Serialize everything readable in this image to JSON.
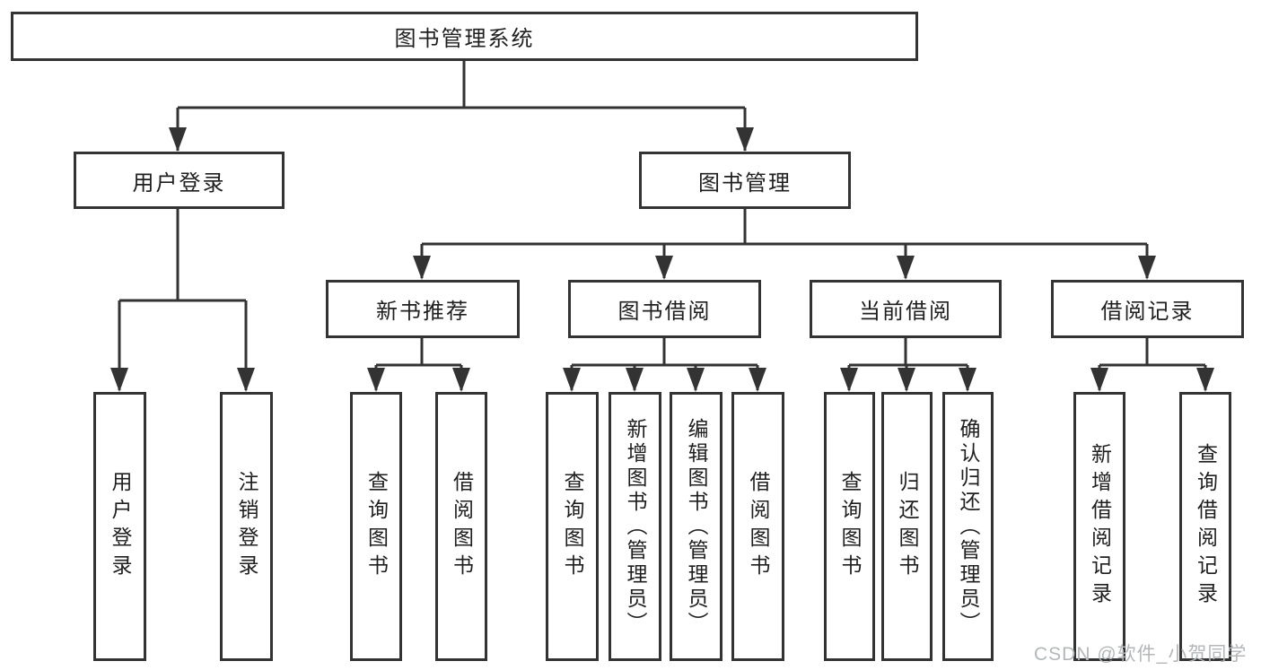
{
  "tree": {
    "label": "图书管理系统",
    "children": [
      {
        "label": "用户登录",
        "children": [
          {
            "label": "用户登录"
          },
          {
            "label": "注销登录"
          }
        ]
      },
      {
        "label": "图书管理",
        "children": [
          {
            "label": "新书推荐",
            "children": [
              {
                "label": "查询图书"
              },
              {
                "label": "借阅图书"
              }
            ]
          },
          {
            "label": "图书借阅",
            "children": [
              {
                "label": "查询图书"
              },
              {
                "label": "新增图书（管理员）"
              },
              {
                "label": "编辑图书（管理员）"
              },
              {
                "label": "借阅图书"
              }
            ]
          },
          {
            "label": "当前借阅",
            "children": [
              {
                "label": "查询图书"
              },
              {
                "label": "归还图书"
              },
              {
                "label": "确认归还（管理员）"
              }
            ]
          },
          {
            "label": "借阅记录",
            "children": [
              {
                "label": "新增借阅记录"
              },
              {
                "label": "查询借阅记录"
              }
            ]
          }
        ]
      }
    ]
  },
  "watermark": {
    "text": "CSDN @软件_小贺同学"
  },
  "colors": {
    "line": "#333333",
    "text": "#1f1f1f",
    "background": "#ffffff",
    "watermark": "#b3b7ba"
  }
}
